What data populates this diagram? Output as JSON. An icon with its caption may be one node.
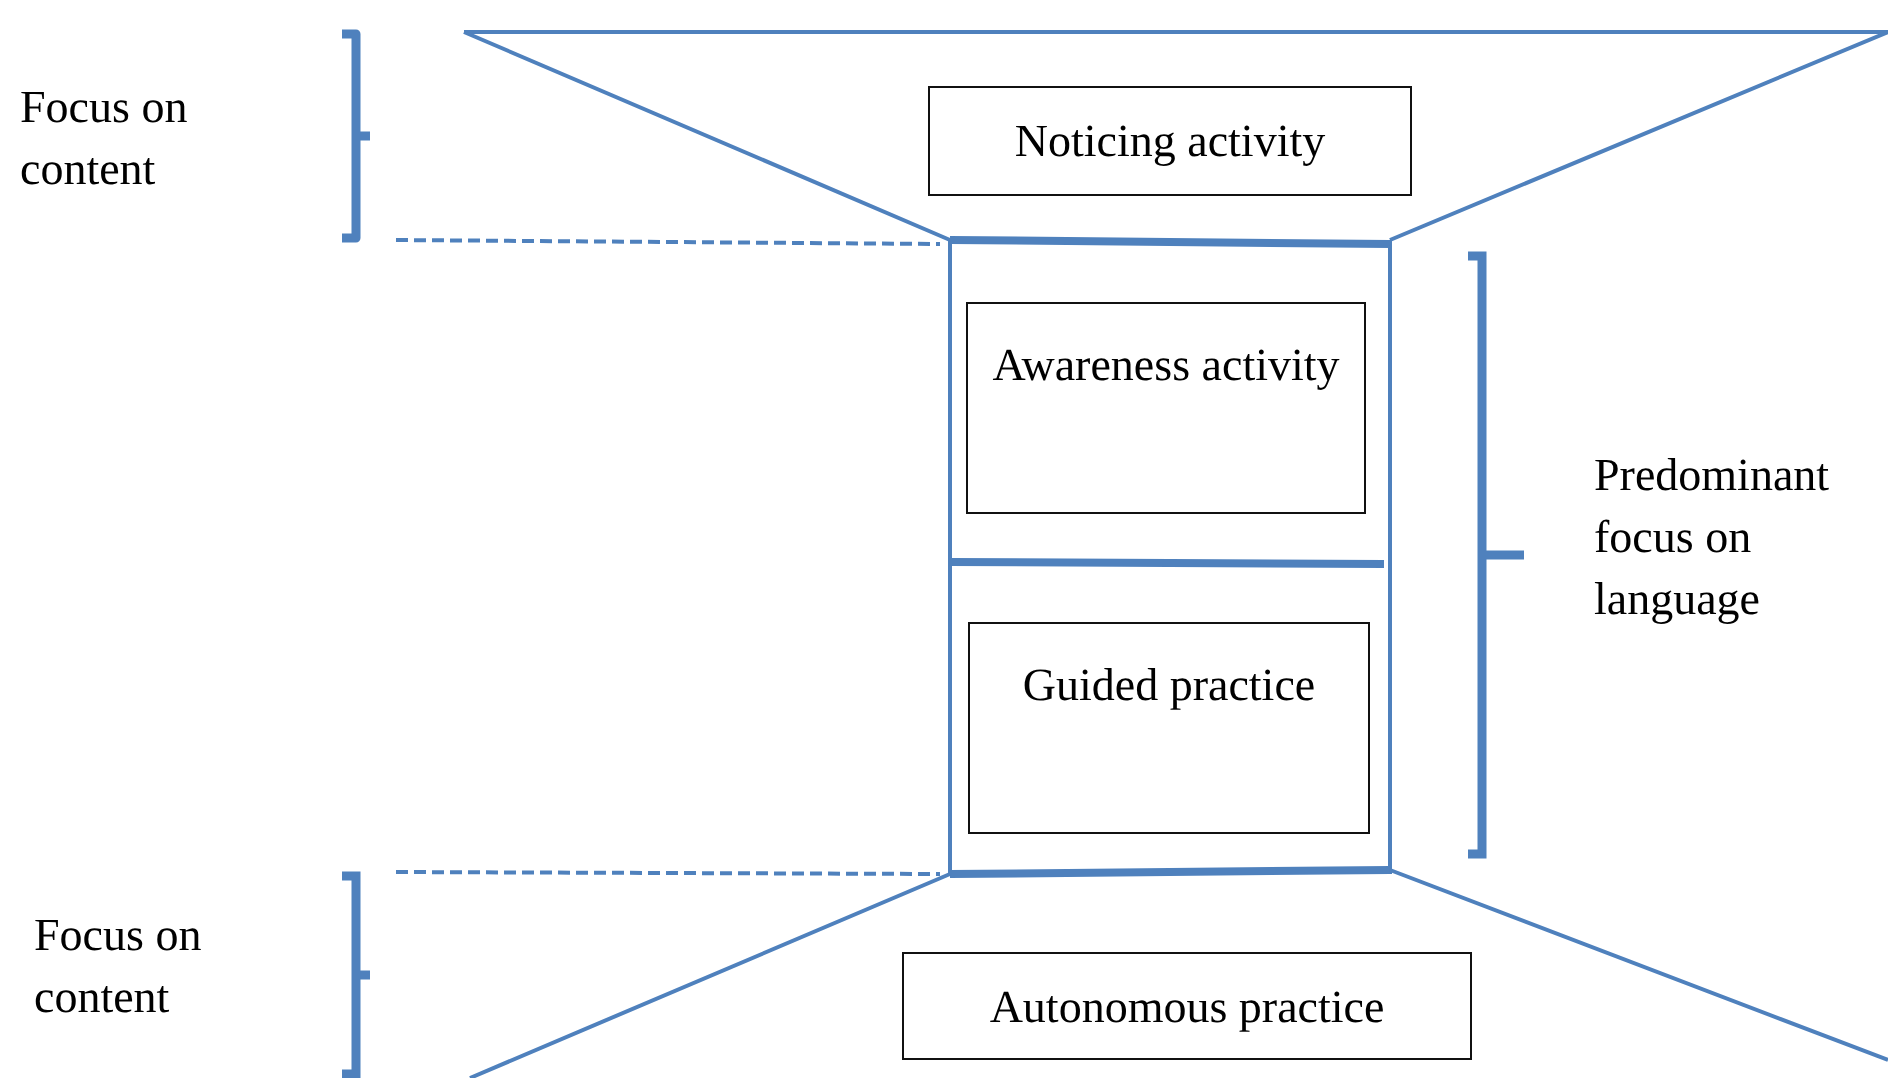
{
  "diagram": {
    "nodes": [
      {
        "text": [
          "Noticing activity"
        ]
      },
      {
        "text": [
          "Awareness activity"
        ]
      },
      {
        "text": [
          "Guided practice"
        ]
      },
      {
        "text": [
          "Autonomous practice"
        ]
      }
    ],
    "labels": [
      "Focus on content",
      "Predominant focus on language",
      "Focus on content"
    ]
  }
}
